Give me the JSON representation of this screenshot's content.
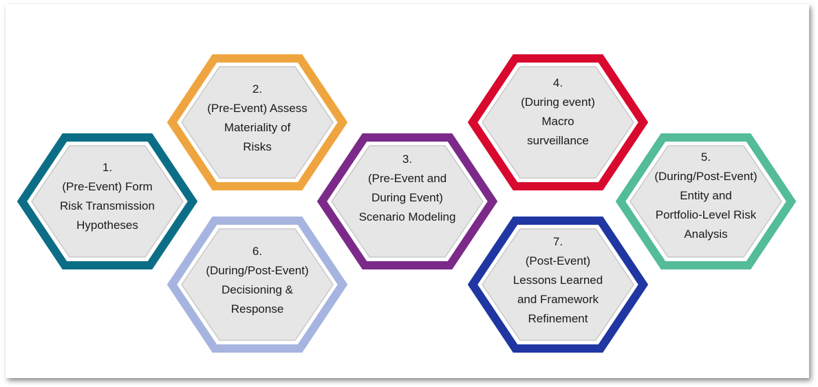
{
  "steps": [
    {
      "id": 1,
      "lines": [
        "1.",
        "(Pre-Event) Form",
        "Risk Transmission",
        "Hypotheses"
      ],
      "color": "#0c6e86"
    },
    {
      "id": 2,
      "lines": [
        "2.",
        "(Pre-Event) Assess",
        "Materiality of",
        "Risks"
      ],
      "color": "#efa53f"
    },
    {
      "id": 3,
      "lines": [
        "3.",
        "(Pre-Event and",
        "During Event)",
        "Scenario Modeling"
      ],
      "color": "#7b2a8a"
    },
    {
      "id": 4,
      "lines": [
        "4.",
        "(During event)",
        "Macro",
        "surveillance"
      ],
      "color": "#d9082e"
    },
    {
      "id": 5,
      "lines": [
        "5.",
        "(During/Post-Event)",
        "Entity and",
        "Portfolio-Level Risk",
        "Analysis"
      ],
      "color": "#54bc98"
    },
    {
      "id": 6,
      "lines": [
        "6.",
        "(During/Post-Event)",
        "Decisioning &",
        "Response"
      ],
      "color": "#a7b4df"
    },
    {
      "id": 7,
      "lines": [
        "7.",
        "(Post-Event)",
        "Lessons Learned",
        "and Framework",
        "Refinement"
      ],
      "color": "#1f36a3"
    }
  ],
  "fill_color": "#e6e6e6",
  "inner_stroke_color": "#c8c8c8"
}
